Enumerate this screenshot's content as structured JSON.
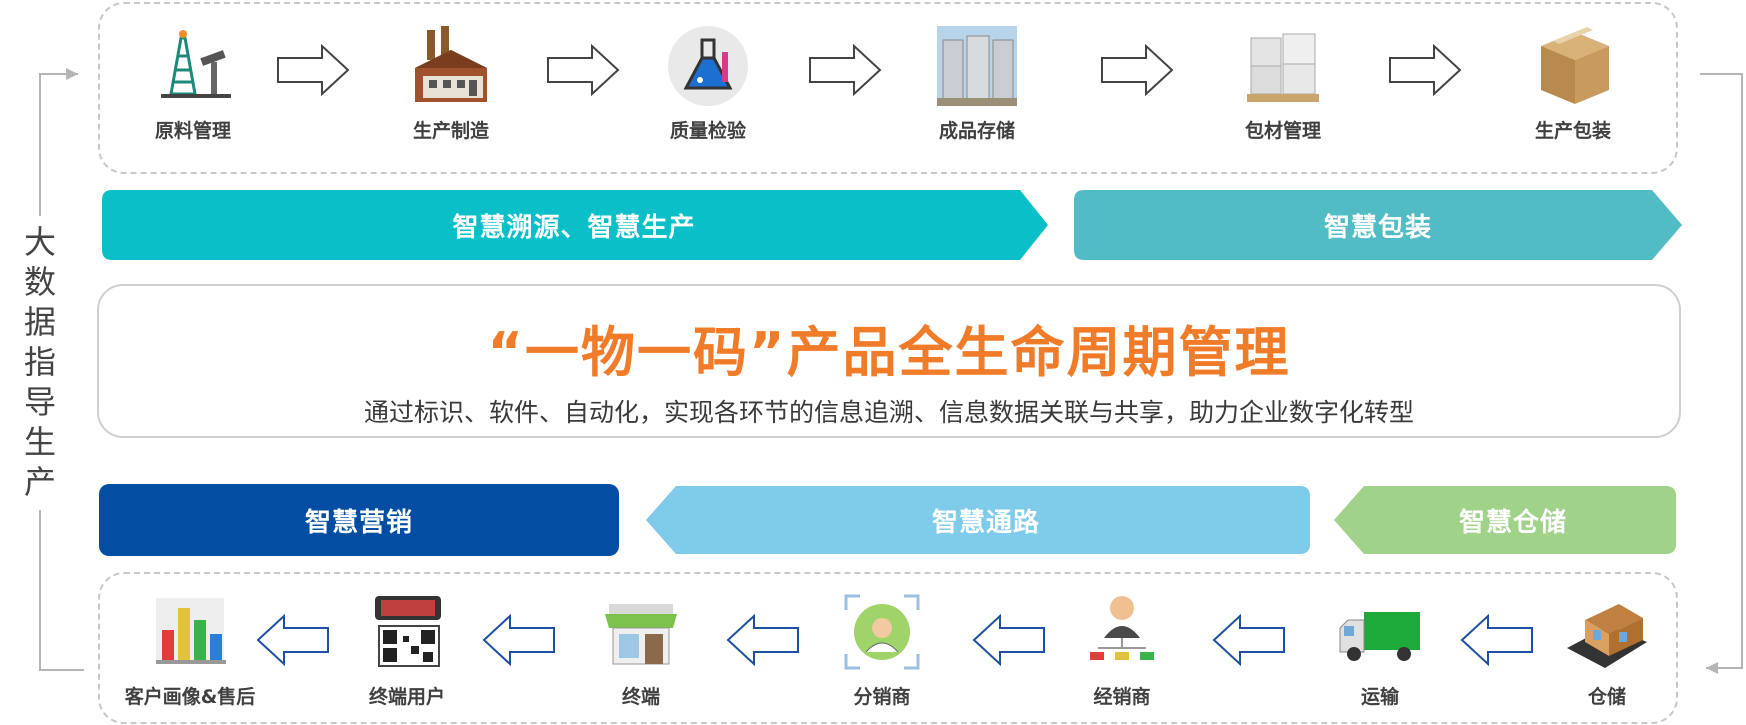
{
  "top_steps": [
    {
      "label": "原料管理",
      "icon": "oil-pump-icon"
    },
    {
      "label": "生产制造",
      "icon": "factory-icon"
    },
    {
      "label": "质量检验",
      "icon": "flask-icon"
    },
    {
      "label": "成品存储",
      "icon": "storage-tanks-icon"
    },
    {
      "label": "包材管理",
      "icon": "boxes-pallet-icon"
    },
    {
      "label": "生产包装",
      "icon": "cardboard-box-icon"
    }
  ],
  "top_bands": [
    {
      "label": "智慧溯源、智慧生产",
      "color": "#0abfc7"
    },
    {
      "label": "智慧包装",
      "color": "#52bcc5"
    }
  ],
  "center": {
    "title": "“一物一码”产品全生命周期管理",
    "subtitle": "通过标识、软件、自动化，实现各环节的信息追溯、信息数据关联与共享，助力企业数字化转型"
  },
  "bottom_bands": [
    {
      "label": "智慧营销",
      "color": "#034ea2"
    },
    {
      "label": "智慧通路",
      "color": "#7ecbea"
    },
    {
      "label": "智慧仓储",
      "color": "#a0d28a"
    }
  ],
  "bottom_steps": [
    {
      "label": "客户画像&售后",
      "icon": "bar-chart-icon"
    },
    {
      "label": "终端用户",
      "icon": "phone-qr-icon"
    },
    {
      "label": "终端",
      "icon": "store-icon"
    },
    {
      "label": "分销商",
      "icon": "distributor-icon"
    },
    {
      "label": "经销商",
      "icon": "dealer-network-icon"
    },
    {
      "label": "运输",
      "icon": "truck-icon"
    },
    {
      "label": "仓储",
      "icon": "warehouse-icon"
    }
  ],
  "side_label": [
    "大",
    "数",
    "据",
    "指",
    "导",
    "生",
    "产"
  ],
  "colors": {
    "accent": "#f07c2a",
    "arrow_top": "#444444",
    "arrow_bottom": "#1f4fa0"
  }
}
